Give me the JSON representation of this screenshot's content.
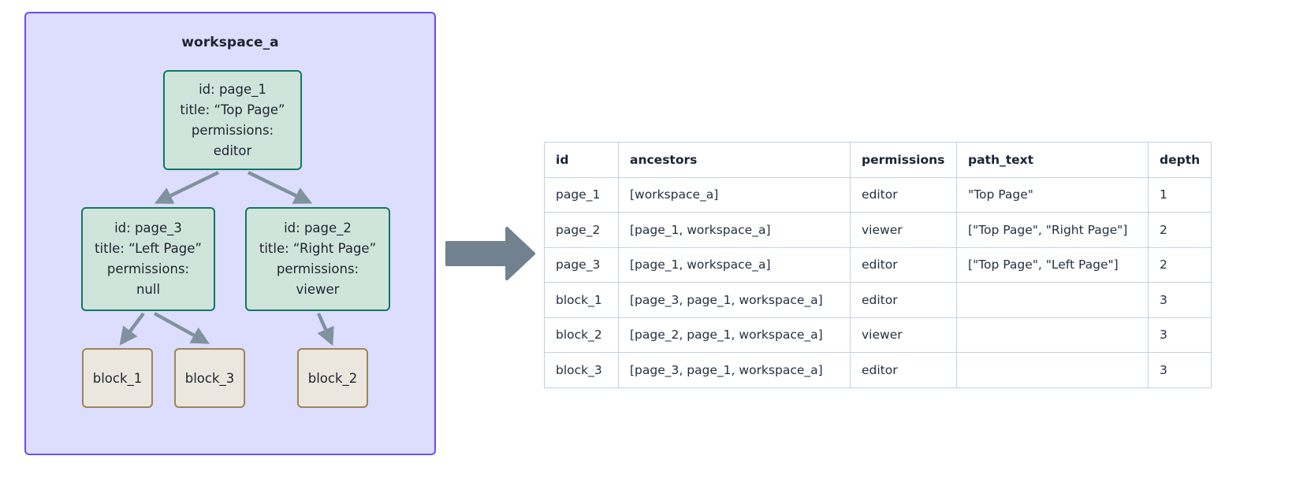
{
  "diagram": {
    "container_label": "workspace_a",
    "container_color": "#ddddfe",
    "container_border_color": "#6c4bf6",
    "page_node_fill": "#cfe5dc",
    "page_node_border": "#12795e",
    "block_node_fill": "#ebe7de",
    "block_node_border": "#9c8459",
    "edge_color": "#7f929e",
    "flow_arrow_color": "#71818f",
    "nodes": [
      {
        "key": "page_1",
        "lines": [
          "id: page_1",
          "title: “Top Page”",
          "permissions:",
          "editor"
        ]
      },
      {
        "key": "page_3",
        "lines": [
          "id: page_3",
          "title: “Left Page”",
          "permissions:",
          "null"
        ]
      },
      {
        "key": "page_2",
        "lines": [
          "id: page_2",
          "title: “Right Page”",
          "permissions:",
          "viewer"
        ]
      },
      {
        "key": "block_1",
        "label": "block_1"
      },
      {
        "key": "block_3",
        "label": "block_3"
      },
      {
        "key": "block_2",
        "label": "block_2"
      }
    ]
  },
  "table": {
    "columns": [
      "id",
      "ancestors",
      "permissions",
      "path_text",
      "depth"
    ],
    "rows": [
      {
        "id": "page_1",
        "ancestors": "[workspace_a]",
        "permissions": "editor",
        "path_text": "\"Top Page\"",
        "depth": "1"
      },
      {
        "id": "page_2",
        "ancestors": "[page_1, workspace_a]",
        "permissions": "viewer",
        "path_text": "[\"Top Page\", \"Right Page\"]",
        "depth": "2"
      },
      {
        "id": "page_3",
        "ancestors": "[page_1, workspace_a]",
        "permissions": "editor",
        "path_text": "[\"Top Page\", \"Left Page\"]",
        "depth": "2"
      },
      {
        "id": "block_1",
        "ancestors": "[page_3, page_1, workspace_a]",
        "permissions": "editor",
        "path_text": "",
        "depth": "3"
      },
      {
        "id": "block_2",
        "ancestors": "[page_2, page_1, workspace_a]",
        "permissions": "viewer",
        "path_text": "",
        "depth": "3"
      },
      {
        "id": "block_3",
        "ancestors": "[page_3, page_1, workspace_a]",
        "permissions": "editor",
        "path_text": "",
        "depth": "3"
      }
    ]
  }
}
